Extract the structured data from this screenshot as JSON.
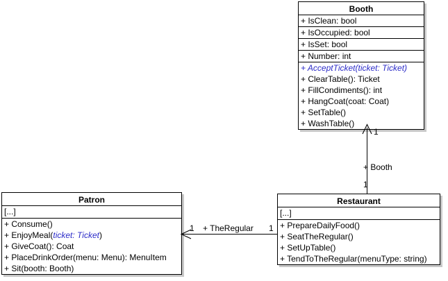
{
  "diagram": {
    "type": "uml-class-diagram",
    "background_color": "#ffffff",
    "line_color": "#000000",
    "abstract_color": "#2b2bc8",
    "shadow_color": "#c8c8c8"
  },
  "classes": {
    "booth": {
      "name": "Booth",
      "attributes": [
        "+ IsClean: bool",
        "+ IsOccupied: bool",
        "+ IsSet: bool",
        "+ Number: int"
      ],
      "operations": [
        {
          "prefix": "+ ",
          "name": "AcceptTicket(ticket: Ticket)",
          "suffix": "",
          "abstract": true
        },
        {
          "prefix": "+ ",
          "name": "ClearTable(): Ticket",
          "suffix": "",
          "abstract": false
        },
        {
          "prefix": "+ ",
          "name": "FillCondiments(): int",
          "suffix": "",
          "abstract": false
        },
        {
          "prefix": "+ ",
          "name": "HangCoat(coat: Coat)",
          "suffix": "",
          "abstract": false
        },
        {
          "prefix": "+ ",
          "name": "SetTable()",
          "suffix": "",
          "abstract": false
        },
        {
          "prefix": "+ ",
          "name": "WashTable()",
          "suffix": "",
          "abstract": false
        }
      ]
    },
    "patron": {
      "name": "Patron",
      "attributes_collapsed": "[...]",
      "operations": [
        {
          "prefix": "+ Consume()",
          "param": "",
          "suffix": ""
        },
        {
          "prefix": "+ EnjoyMeal(",
          "param": "ticket: Ticket",
          "suffix": ")"
        },
        {
          "prefix": "+ GiveCoat(): Coat",
          "param": "",
          "suffix": ""
        },
        {
          "prefix": "+ PlaceDrinkOrder(menu: Menu): MenuItem",
          "param": "",
          "suffix": ""
        },
        {
          "prefix": "+ Sit(booth: Booth)",
          "param": "",
          "suffix": ""
        }
      ]
    },
    "restaurant": {
      "name": "Restaurant",
      "attributes_collapsed": "[...]",
      "operations": [
        "+ PrepareDailyFood()",
        "+ SeatTheRegular()",
        "+ SetUpTable()",
        "+ TendToTheRegular(menuType: string)"
      ]
    }
  },
  "associations": {
    "restaurant_booth": {
      "role": "+ Booth",
      "source_multiplicity": "1",
      "target_multiplicity": "1"
    },
    "restaurant_patron": {
      "role": "+ TheRegular",
      "source_multiplicity": "1",
      "target_multiplicity": "1"
    }
  }
}
